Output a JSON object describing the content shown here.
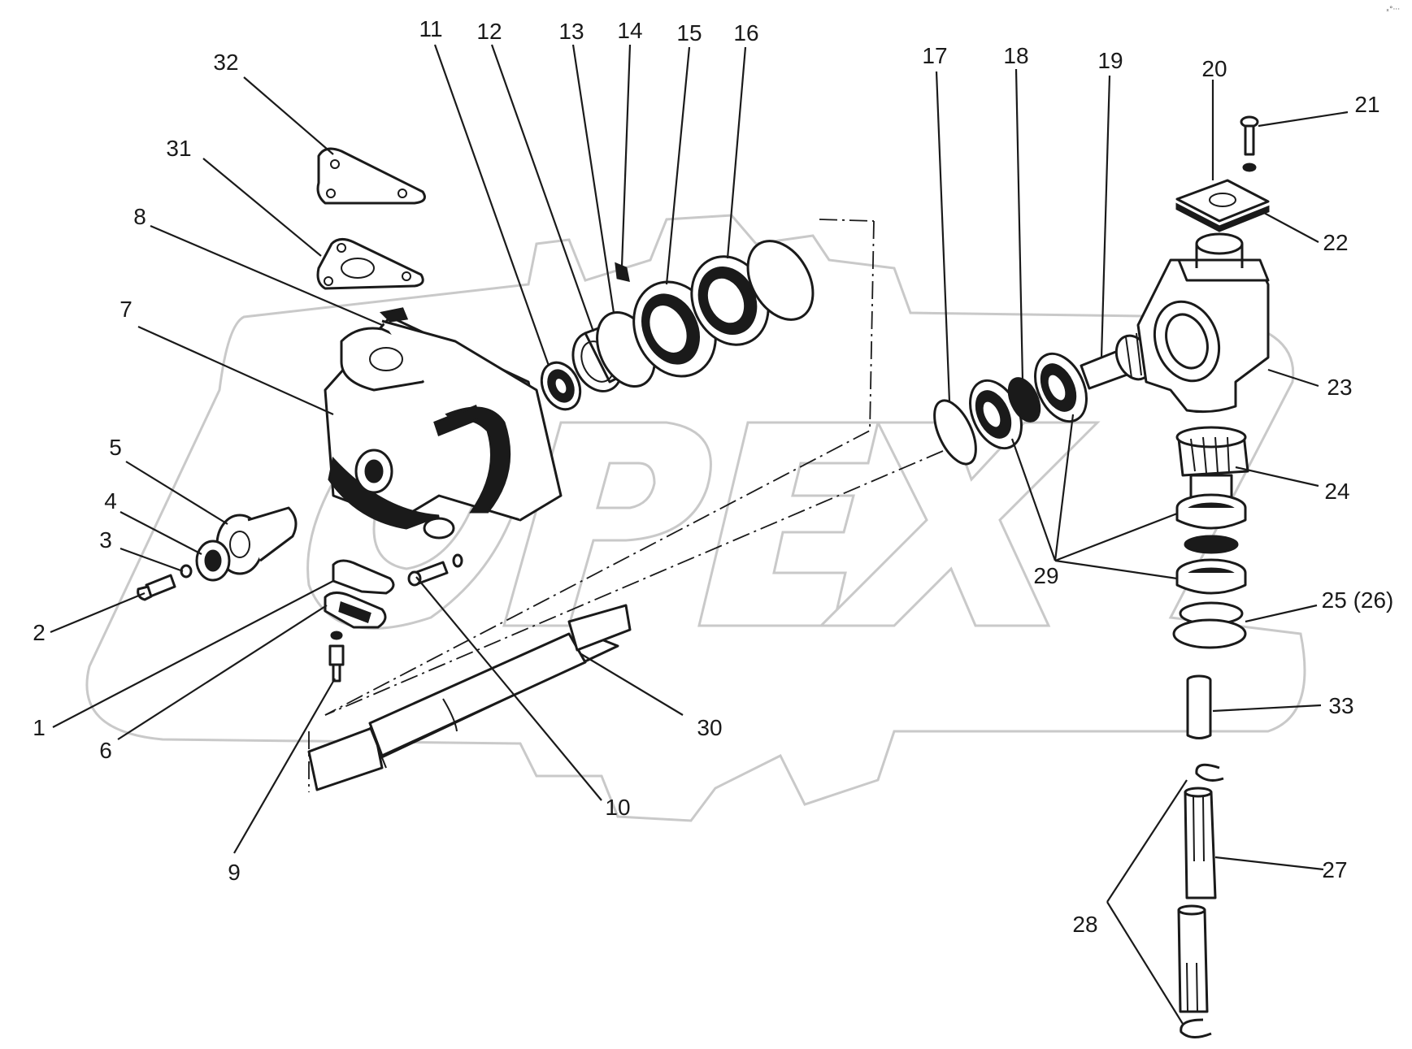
{
  "watermark": {
    "text": "OPEX"
  },
  "corner_mark": "ₓ°···",
  "callouts": [
    "1",
    "2",
    "3",
    "4",
    "5",
    "6",
    "7",
    "8",
    "9",
    "10",
    "11",
    "12",
    "13",
    "14",
    "15",
    "16",
    "17",
    "18",
    "19",
    "20",
    "21",
    "22",
    "23",
    "24",
    "25 (26)",
    "27",
    "28",
    "29",
    "30",
    "31",
    "32",
    "33"
  ],
  "colors": {
    "ink": "#1a1a1a",
    "watermark": "#c9c9c9",
    "background": "#ffffff"
  }
}
